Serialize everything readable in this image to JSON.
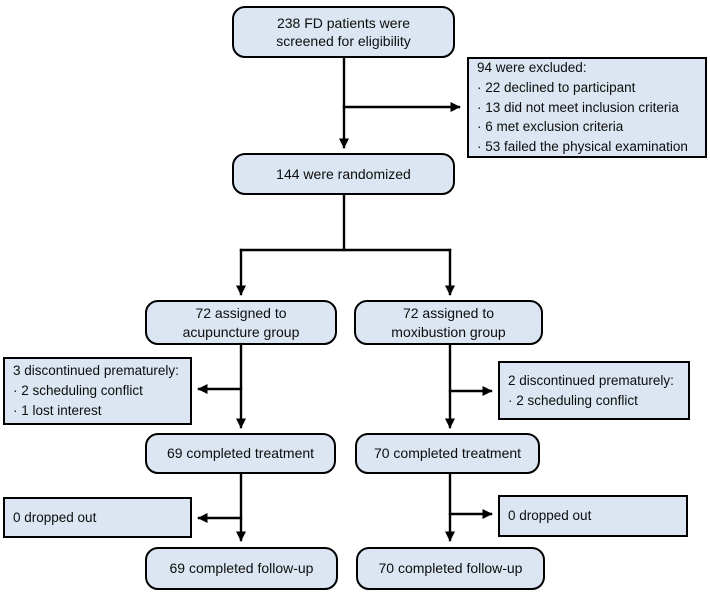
{
  "diagram": {
    "title_semantic": "CONSORT patient flow diagram",
    "colors": {
      "box_fill": "#dbe6f2",
      "box_border": "#000000",
      "background": "#ffffff",
      "text": "#0d0d0d"
    },
    "boxes": {
      "screened": {
        "lines": [
          "238 FD patients were",
          "screened for eligibility"
        ]
      },
      "excluded": {
        "title": "94 were excluded:",
        "items": [
          "· 22 declined to participant",
          "· 13 did not meet inclusion criteria",
          "· 6 met exclusion criteria",
          "· 53 failed the physical examination"
        ]
      },
      "randomized": {
        "text": "144 were randomized"
      },
      "acupuncture_assigned": {
        "lines": [
          "72 assigned to",
          "acupuncture group"
        ]
      },
      "moxibustion_assigned": {
        "lines": [
          "72 assigned to",
          "moxibustion group"
        ]
      },
      "acupuncture_discontinued": {
        "title": "3 discontinued prematurely:",
        "items": [
          "· 2 scheduling conflict",
          "· 1 lost interest"
        ]
      },
      "moxibustion_discontinued": {
        "title": "2 discontinued prematurely:",
        "items": [
          "· 2 scheduling conflict"
        ]
      },
      "acupuncture_completed_treatment": {
        "text": "69 completed treatment"
      },
      "moxibustion_completed_treatment": {
        "text": "70 completed treatment"
      },
      "acupuncture_dropped_out": {
        "text": "0 dropped out"
      },
      "moxibustion_dropped_out": {
        "text": "0 dropped out"
      },
      "acupuncture_completed_followup": {
        "text": "69 completed follow-up"
      },
      "moxibustion_completed_followup": {
        "text": "70 completed follow-up"
      }
    }
  }
}
